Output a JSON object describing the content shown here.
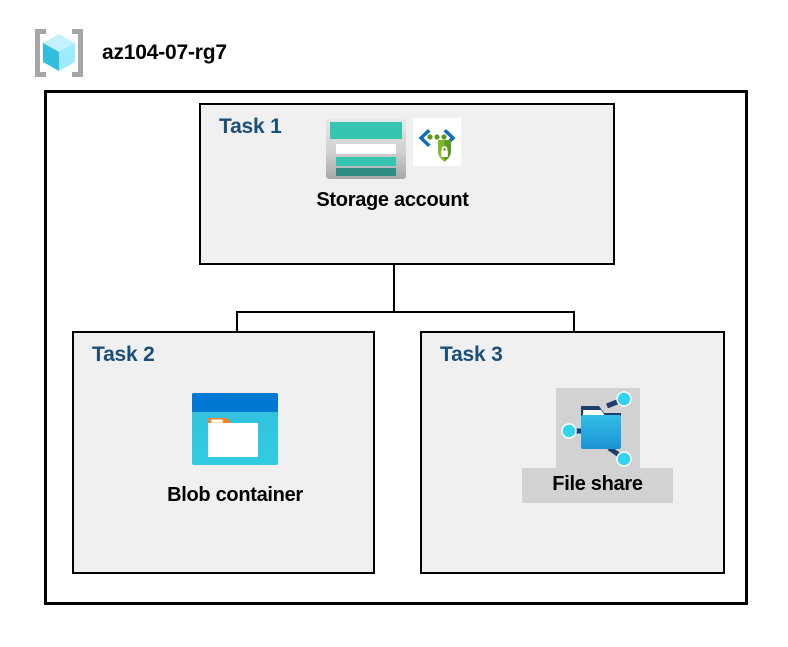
{
  "header": {
    "icon": "resource-group-icon",
    "title": "az104-07-rg7"
  },
  "resource_group": {
    "name": "az104-07-rg7",
    "boundary_color": "#000000",
    "fill": "#ffffff"
  },
  "palette": {
    "task_label_color": "#1A4F7A",
    "task_box_fill": "#F0F0F0",
    "box_border": "#000000",
    "caption_color": "#000000",
    "selection_gray": "#D2D2D2",
    "azure_blue": "#0078D4",
    "blob_cyan": "#32BEDD",
    "folder_blue": "#1B93D3",
    "storage_teal": "#36C5B0",
    "storage_teal_dark": "#2E8B83",
    "shield_green": "#5E9A23",
    "orange_tab": "#F58220"
  },
  "tasks": [
    {
      "id": "task1",
      "label": "Task 1",
      "node": {
        "caption": "Storage account",
        "icons": [
          "storage-account-icon",
          "secure-code-shield-icon"
        ]
      }
    },
    {
      "id": "task2",
      "label": "Task 2",
      "node": {
        "caption": "Blob container",
        "icons": [
          "blob-container-icon"
        ]
      }
    },
    {
      "id": "task3",
      "label": "Task 3",
      "selected": true,
      "node": {
        "caption": "File share",
        "icons": [
          "file-share-icon"
        ]
      }
    }
  ],
  "connectors": [
    {
      "id": "storage-to-bus",
      "from": "Storage account",
      "to": "branch-bus"
    },
    {
      "id": "bus-to-blob",
      "from": "branch-bus",
      "to": "Blob container"
    },
    {
      "id": "bus-to-fileshare",
      "from": "branch-bus",
      "to": "File share"
    }
  ]
}
